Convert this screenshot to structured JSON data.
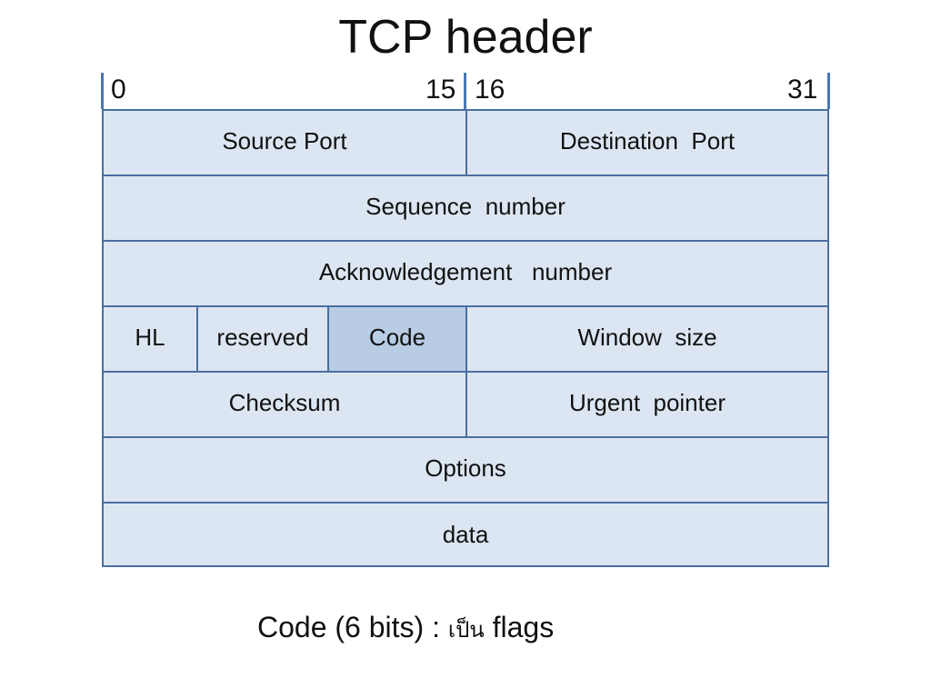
{
  "title": "TCP header",
  "bit_labels": {
    "b0": "0",
    "b15": "15",
    "b16": "16",
    "b31": "31"
  },
  "rows": [
    {
      "cells": [
        {
          "label": "Source Port",
          "bits": 16
        },
        {
          "label": "Destination  Port",
          "bits": 16
        }
      ]
    },
    {
      "cells": [
        {
          "label": "Sequence  number",
          "bits": 32
        }
      ]
    },
    {
      "cells": [
        {
          "label": "Acknowledgement   number",
          "bits": 32
        }
      ]
    },
    {
      "cells": [
        {
          "label": "HL",
          "bits": 4
        },
        {
          "label": "reserved",
          "bits": 6
        },
        {
          "label": "Code",
          "bits": 6
        },
        {
          "label": "Window  size",
          "bits": 16
        }
      ]
    },
    {
      "cells": [
        {
          "label": "Checksum",
          "bits": 16
        },
        {
          "label": "Urgent  pointer",
          "bits": 16
        }
      ]
    },
    {
      "cells": [
        {
          "label": "Options",
          "bits": 32
        }
      ]
    },
    {
      "cells": [
        {
          "label": "data",
          "bits": 32
        }
      ]
    }
  ],
  "caption": {
    "prefix": "Code (6 bits) : ",
    "thai": "เป็น",
    "suffix": " flags"
  },
  "colors": {
    "cell_fill": "#dce6f2",
    "highlight_fill": "#b8cce4",
    "border": "#4a6fa0",
    "marker": "#4a78b5"
  }
}
